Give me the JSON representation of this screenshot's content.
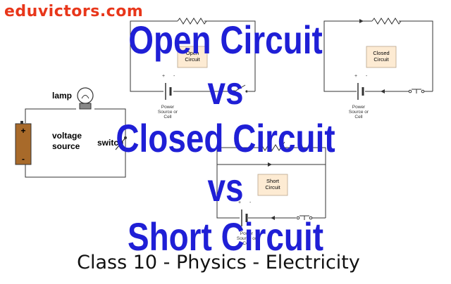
{
  "brand": "eduvictors.com",
  "titles": {
    "open": "Open Circuit",
    "vs1": "vs",
    "closed": "Closed Circuit",
    "vs2": "vs",
    "short": "Short Circuit"
  },
  "subtitle": "Class 10 - Physics - Electricity",
  "circuits": {
    "open": {
      "box": "Open\nCircuit",
      "source": "Power\nSource or\nCell"
    },
    "closed": {
      "box": "Closed\nCircuit",
      "source": "Power\nSource or\nCell"
    },
    "short": {
      "box": "Short\nCircuit",
      "source": "Power\nSource or\nCell"
    }
  },
  "lamp_diagram": {
    "lamp": "lamp",
    "voltage": "voltage",
    "source": "source",
    "switch": "switch",
    "plus": "+",
    "minus": "-"
  },
  "colors": {
    "brand": "#e8361a",
    "title": "#1f1fd6",
    "box": "#fdebd3",
    "battery": "#a86a2a"
  }
}
